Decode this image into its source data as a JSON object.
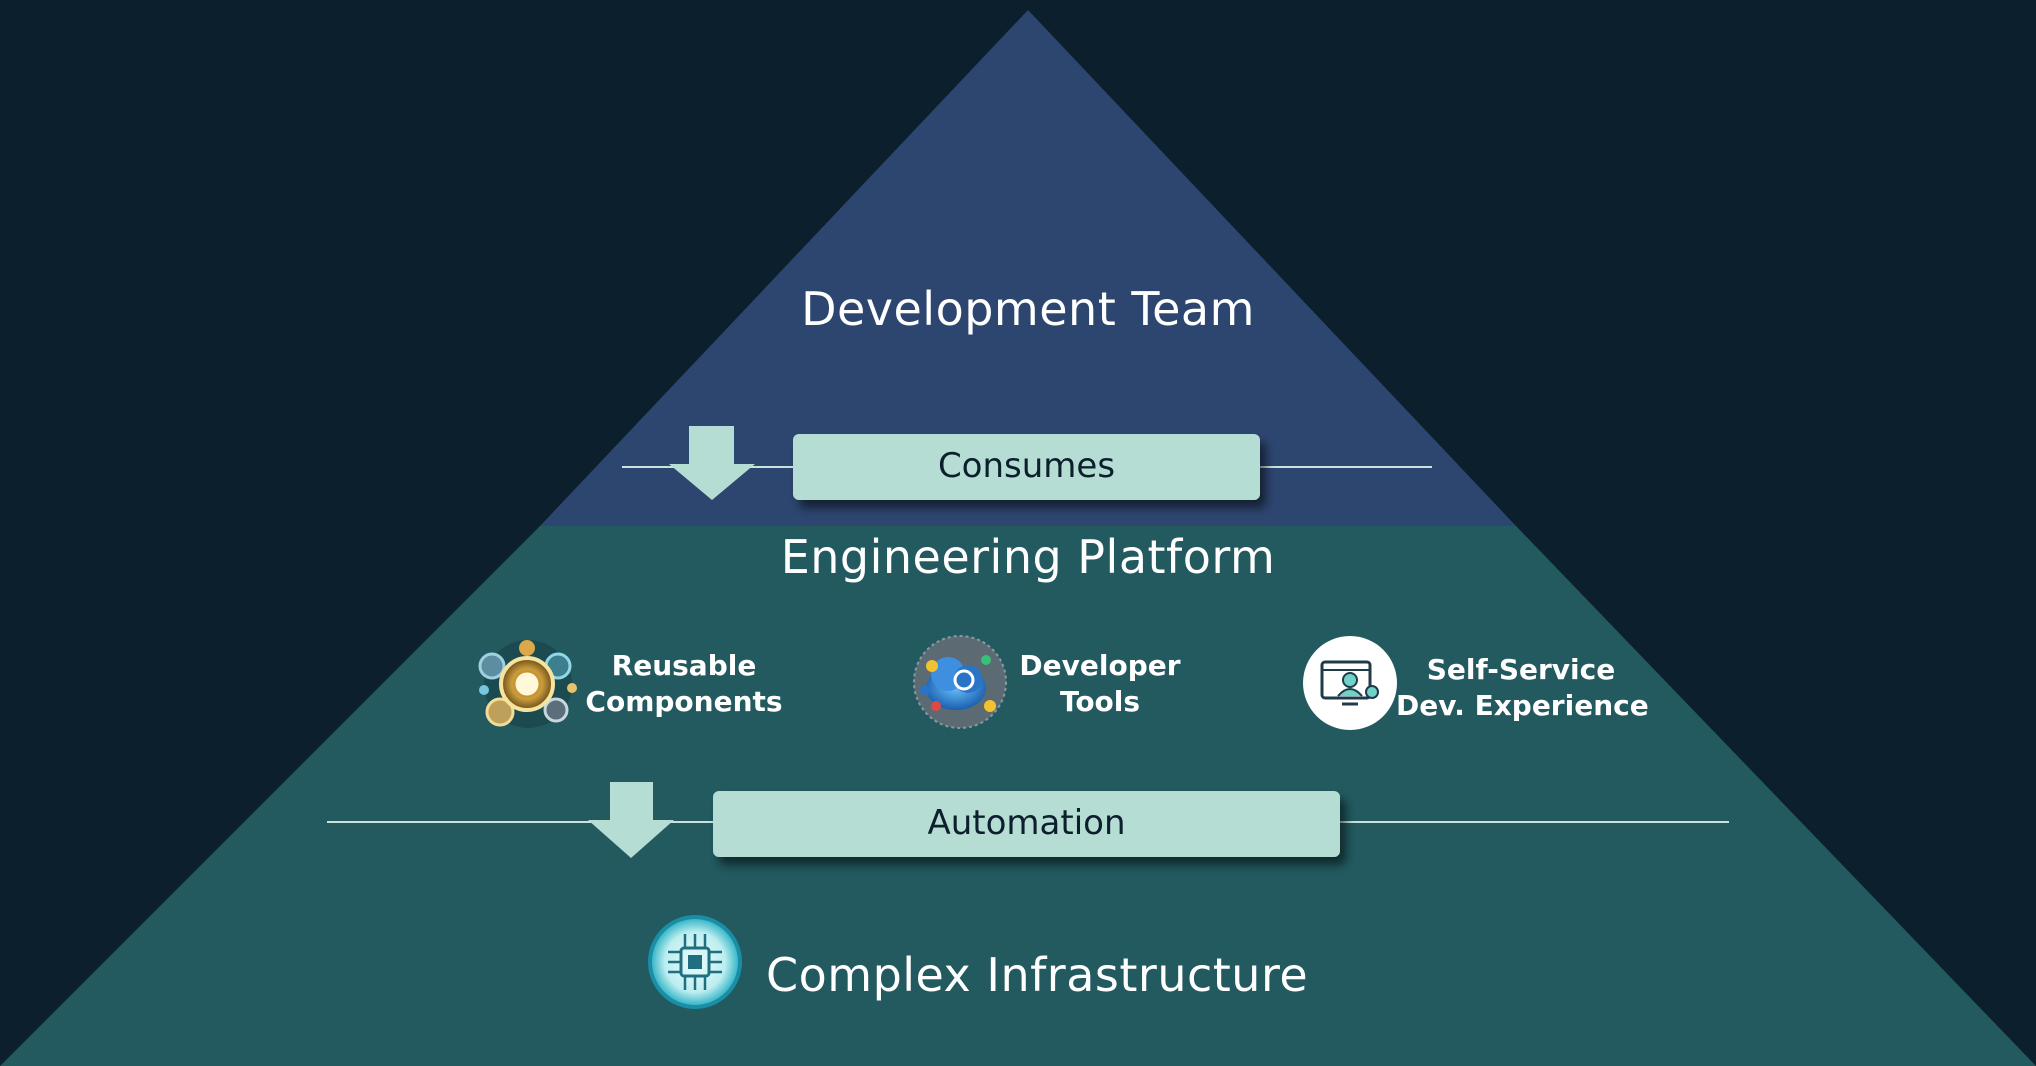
{
  "pyramid": {
    "top_title": "Development Team",
    "middle_title": "Engineering Platform",
    "bottom_title": "Complex Infrastructure",
    "consumes_label": "Consumes",
    "automation_label": "Automation",
    "items": [
      {
        "line1": "Reusable",
        "line2": "Components",
        "icon": "gears-icon"
      },
      {
        "line1": "Developer",
        "line2": "Tools",
        "icon": "cloud-tools-icon"
      },
      {
        "line1": "Self-Service",
        "line2": "Dev. Experience",
        "icon": "self-service-icon"
      }
    ],
    "bottom_icon": "circuit-chip-icon"
  },
  "colors": {
    "background": "#0b1f2c",
    "top_layer": "#2d4670",
    "middle_layer": "#225a60",
    "bar": "#b6ddd3",
    "text": "#ffffff"
  }
}
